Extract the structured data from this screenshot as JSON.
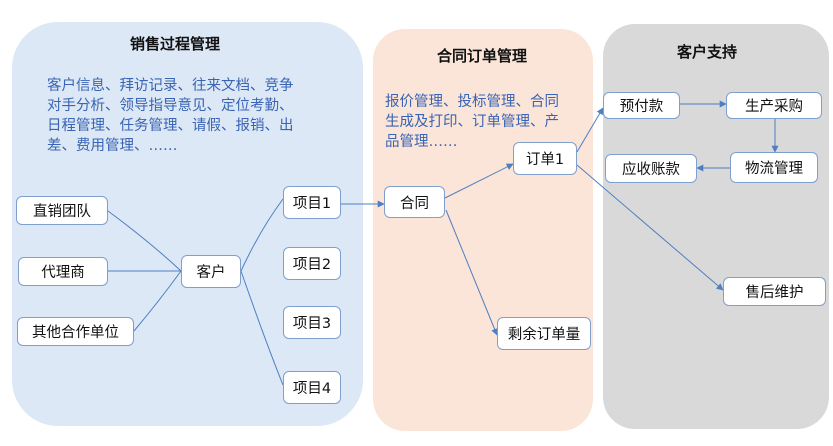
{
  "panels": {
    "sales": {
      "title": "销售过程管理",
      "desc": [
        "客户信息、拜访记录、往来文档、竞争",
        "对手分析、领导指导意见、定位考勤、",
        "日程管理、任务管理、请假、报销、出",
        "差、费用管理、……"
      ]
    },
    "contract": {
      "title": "合同订单管理",
      "desc": [
        "报价管理、投标管理、合同",
        "生成及打印、订单管理、产",
        "品管理……"
      ]
    },
    "support": {
      "title": "客户支持"
    }
  },
  "nodes": {
    "direct_team": "直销团队",
    "agent": "代理商",
    "partner": "其他合作单位",
    "customer": "客户",
    "project1": "项目1",
    "project2": "项目2",
    "project3": "项目3",
    "project4": "项目4",
    "contract": "合同",
    "order1": "订单1",
    "remaining_orders": "剩余订单量",
    "prepayment": "预付款",
    "procurement": "生产采购",
    "logistics": "物流管理",
    "receivables": "应收账款",
    "after_sales": "售后维护"
  },
  "colors": {
    "sales_panel": "#dce8f6",
    "contract_panel": "#fbe5d8",
    "support_panel": "#d9d9d9",
    "connector": "#4f7fc0",
    "description_text": "#3a64b4"
  }
}
